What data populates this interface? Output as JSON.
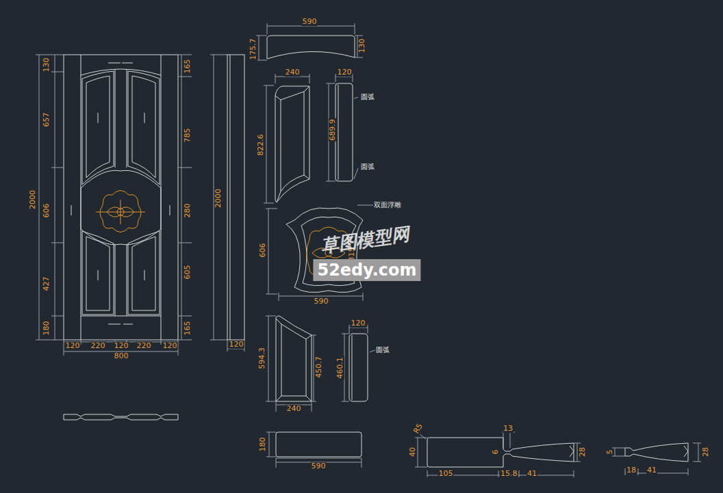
{
  "diagram": {
    "labels": [
      "130",
      "657",
      "2000",
      "606",
      "427",
      "180",
      "165",
      "785",
      "280",
      "605",
      "165",
      "120",
      "220",
      "120",
      "220",
      "120",
      "800",
      "2000",
      "120",
      "590",
      "175.7",
      "130",
      "240",
      "822.6",
      "120",
      "689.9",
      "圆弧",
      "圆弧",
      "双面浮雕",
      "606",
      "315",
      "590",
      "594.3",
      "450.7",
      "240",
      "120",
      "460.1",
      "圆弧",
      "180",
      "590",
      "R5",
      "40",
      "13",
      "6",
      "105",
      "15",
      "8",
      "41",
      "28",
      "5",
      "18",
      "41",
      "28",
      "草图模型网",
      "52edy.com"
    ]
  }
}
